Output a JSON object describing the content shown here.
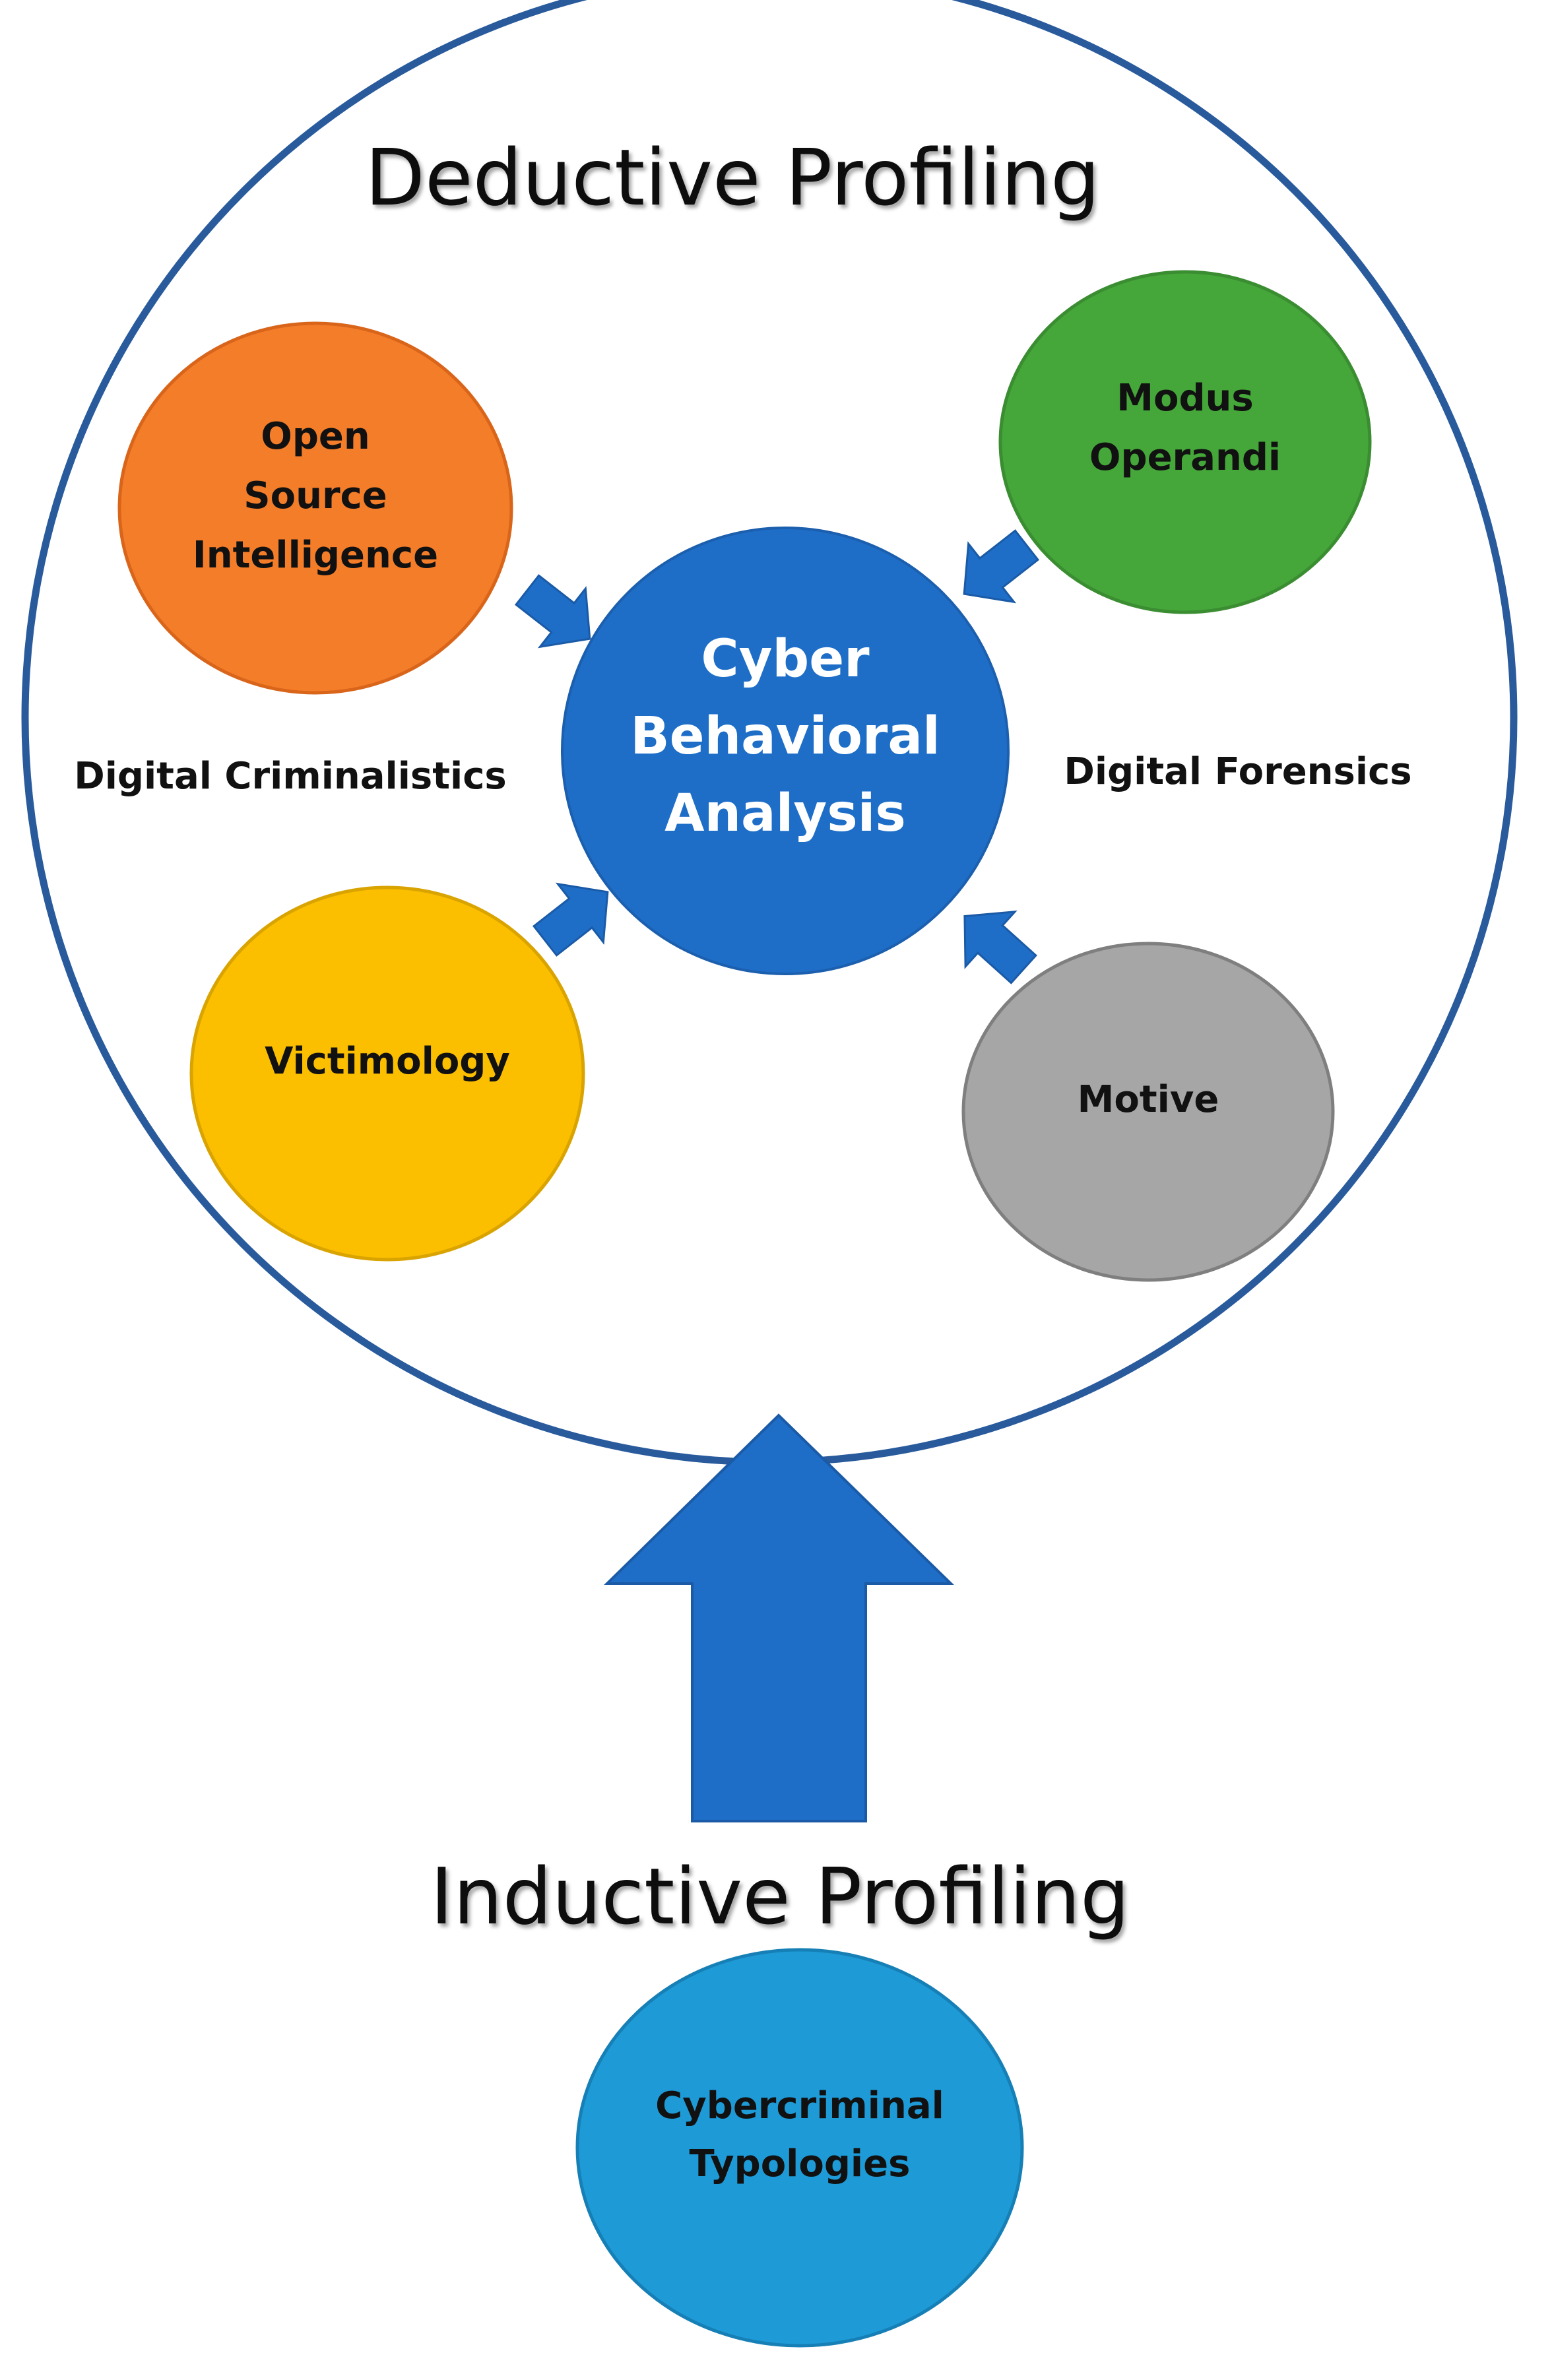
{
  "deductive": {
    "title": "Deductive Profiling",
    "center": {
      "lines": [
        "Cyber",
        "Behavioral",
        "Analysis"
      ],
      "color": "#1e6ec8"
    },
    "nodes": [
      {
        "id": "osint",
        "lines": [
          "Open",
          "Source",
          "Intelligence"
        ],
        "color": "#f47d2a"
      },
      {
        "id": "modus",
        "lines": [
          "Modus",
          "Operandi"
        ],
        "color": "#45a63a"
      },
      {
        "id": "victimology",
        "lines": [
          "Victimology"
        ],
        "color": "#fbbf00"
      },
      {
        "id": "motive",
        "lines": [
          "Motive"
        ],
        "color": "#a6a6a6"
      }
    ],
    "side_labels": {
      "left": "Digital Criminalistics",
      "right": "Digital Forensics"
    },
    "ring_color": "#285a9c",
    "arrow_color": "#1e6ec8"
  },
  "inductive": {
    "title": "Inductive Profiling",
    "node": {
      "lines": [
        "Cybercriminal",
        "Typologies"
      ],
      "color": "#1e9bd7"
    }
  }
}
